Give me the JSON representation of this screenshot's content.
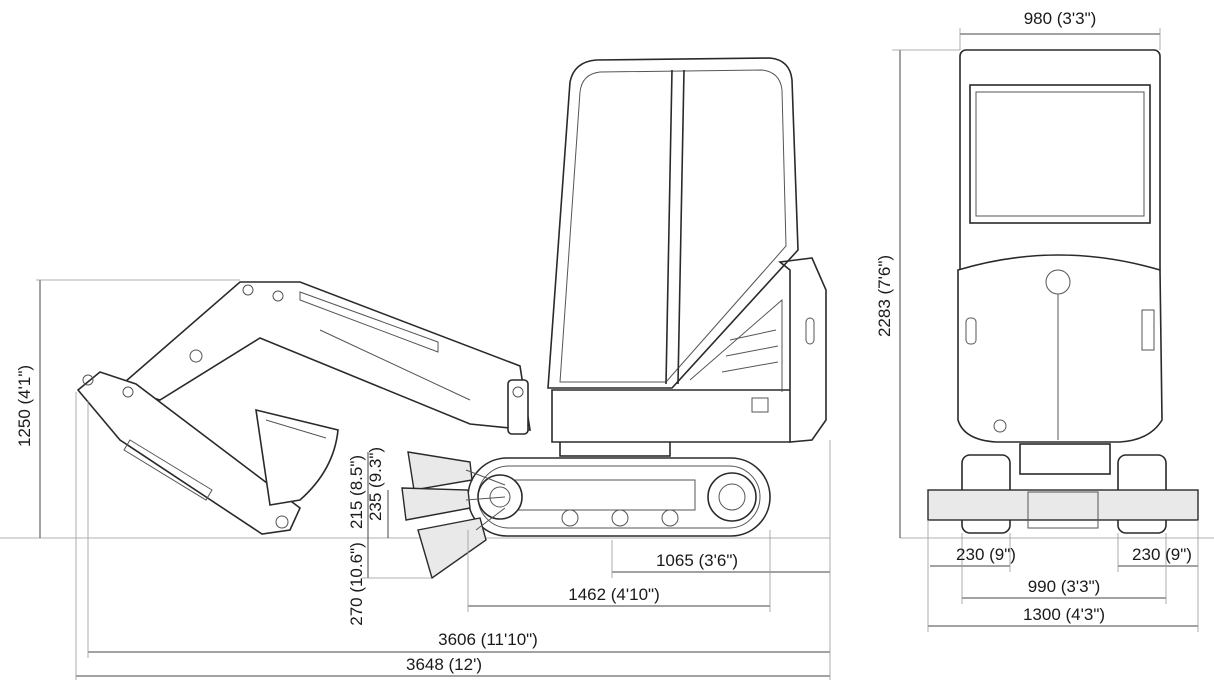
{
  "dimensions": {
    "side_top_width": "980 (3'3\")",
    "front_height": "2283 (7'6\")",
    "arm_reach_height": "1250 (4'1\")",
    "blade_height_a": "215 (8.5\")",
    "blade_height_b": "235 (9.3\")",
    "blade_depth": "270 (10.6\")",
    "track_to_rear": "1065 (3'6\")",
    "track_length": "1462 (4'10\")",
    "overall_length_a": "3606 (11'10\")",
    "overall_length_b": "3648 (12')",
    "track_width_left": "230 (9\")",
    "track_width_right": "230 (9\")",
    "track_gauge": "990 (3'3\")",
    "overall_width": "1300 (4'3\")"
  },
  "colors": {
    "line": "#2a2a2a",
    "dimension": "#444444",
    "background": "#ffffff"
  }
}
